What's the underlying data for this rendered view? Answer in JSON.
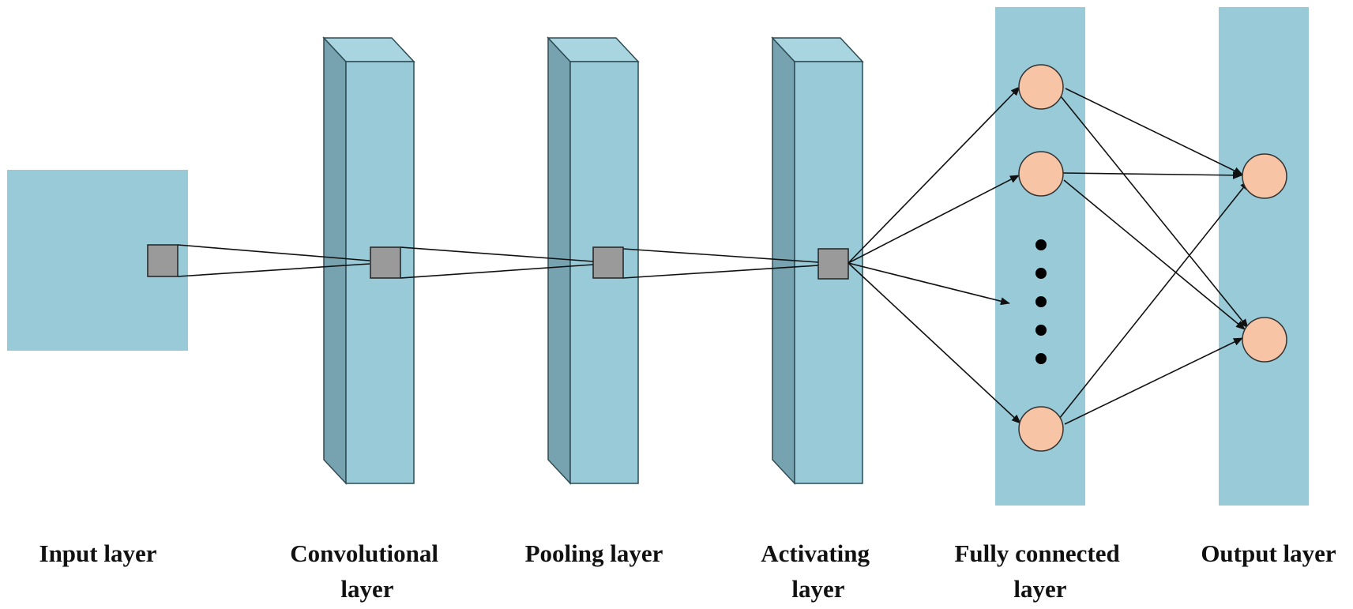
{
  "colors": {
    "layer_front": "#98cad8",
    "layer_side": "#77a3b1",
    "layer_top": "#a9d5e1",
    "layer_stroke": "#2e4a52",
    "panel": "#98cad8",
    "kernel": "#9a9a9a",
    "neuron": "#f7c4a5",
    "connection": "#111111"
  },
  "layers": [
    {
      "id": "input",
      "label_lines": [
        "Input layer"
      ]
    },
    {
      "id": "conv",
      "label_lines": [
        "Convolutional",
        "layer"
      ]
    },
    {
      "id": "pool",
      "label_lines": [
        "Pooling layer"
      ]
    },
    {
      "id": "act",
      "label_lines": [
        "Activating",
        "layer"
      ]
    },
    {
      "id": "fc",
      "label_lines": [
        "Fully connected",
        "layer"
      ]
    },
    {
      "id": "out",
      "label_lines": [
        "Output layer"
      ]
    }
  ]
}
